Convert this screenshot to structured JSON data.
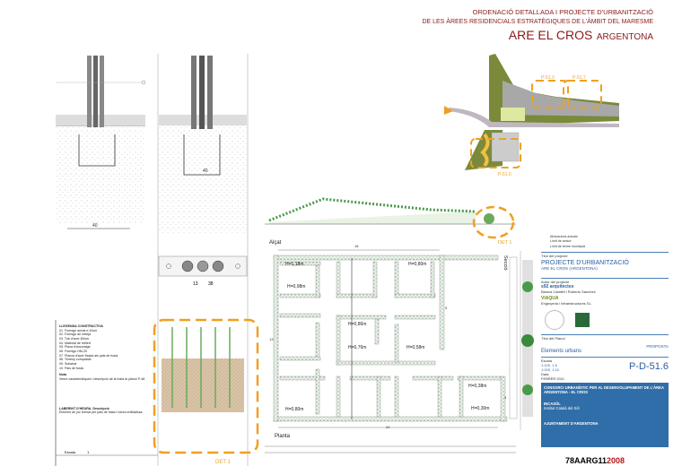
{
  "header": {
    "line1": "ORDENACIÓ DETALLADA I PROJECTE D'URBANITZACIÓ",
    "line2": "DE LES ÀREES RESIDENCIALS ESTRATÈGIQUES DE L'ÀMBIT DEL MARESME",
    "title_main": "ARE EL CROS",
    "title_sub": "ARGENTONA"
  },
  "colors": {
    "accent": "#8b1a1a",
    "orange": "#f0a020",
    "blue": "#2f6ea8",
    "green": "#3a8a3a"
  },
  "map": {
    "labels": [
      "P-51.6",
      "P-51.3",
      "P-51.7"
    ]
  },
  "details": {
    "dim_40a": "40",
    "dim_40b": "40",
    "dim_13": "13",
    "dim_38": "38",
    "det_label": "DET 1",
    "legend_title": "LLEGENDA CONSTRUCTIVA",
    "legend_items": [
      "01. Formigó armat e:10cm",
      "02. Formigó de neteja",
      "03. Tub d'acer Ø4cm",
      "04. Material de reblert",
      "05. Placa d'ancoratge",
      "06. Formigó HM-20",
      "07. Planxa d'acer fixada als pals de fusta",
      "08. Terreny compactat",
      "09. Substrat",
      "10. Pals de fusta"
    ],
    "note_title": "Nota",
    "note_text": "Veure característiques i descripció de la fusta al plànol P-48",
    "laberint_title": "LABERINT D'HEURA. Descripció",
    "laberint_text": "Element de joc format per pals de fusta i heura enfiladissa.",
    "footer_label": "Escala",
    "footer_value": "1"
  },
  "elevation": {
    "label": "Alçat",
    "det_label": "DET 1"
  },
  "plan": {
    "label": "Planta",
    "dim_top": "18",
    "dim_bottom": "20",
    "dim_left": "13",
    "dim_right": "9",
    "dim_right2": "3",
    "heights": [
      "H=1,18m",
      "H=0,80m",
      "H=0,98m",
      "H=0,86m",
      "H=0,76m",
      "H=0,58m",
      "H=0,38m",
      "H=0,80m",
      "H=0,30m"
    ]
  },
  "section": {
    "label": "Secció"
  },
  "title_block": {
    "legend": [
      "Alineacions actuals",
      "Límit de sector",
      "Límit de terme municipal"
    ],
    "project_label": "Títol del projecte",
    "project_title": "PROJECTE D'URBANITZACIÓ",
    "project_sub": "ARE EL CROS (ARGENTONA)",
    "authors_label": "Autor del projecte",
    "firm1": "s92 arquitectes",
    "firm1_detail": "Blanca Calafell i Roberto Sánchez",
    "firm2": "VIAQUA",
    "firm2_detail": "Enginyeria i Infraestructures SL",
    "plan_label": "Títol del Plànol",
    "status": "PROPOSTA",
    "plan_title": "Elements urbans",
    "scale_label": "Escala",
    "scale_a1": "1:100, 1:5",
    "scale_a3": "1:200, 1:10",
    "sheet_number": "P-D-51.6",
    "date_label": "Data",
    "date": "FEBRER 2011",
    "consorci": "CONSORCI URBANÍSTIC PER AL DESENVOLUPAMENT DE L'ÀREA ARGENTONA - EL CROS",
    "incasol": "INCASÒL",
    "incasol_sub": "Institut Català del Sòl",
    "ajuntament": "AJUNTAMENT D'ARGENTONA"
  },
  "code": {
    "prefix": "78AARG11",
    "suffix": "2008"
  }
}
